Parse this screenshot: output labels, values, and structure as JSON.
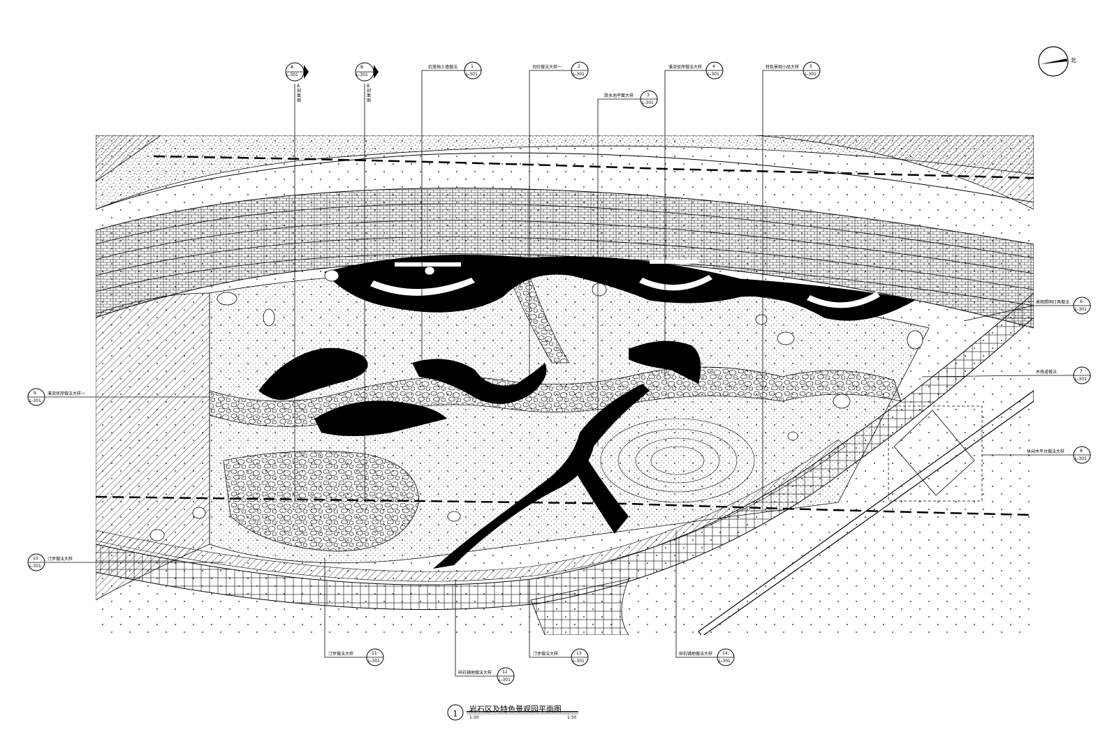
{
  "drawing": {
    "title": "岩石区及特色景观园平面图",
    "title_number": "1",
    "subtitle": "1:50",
    "scale": "1:50",
    "north_label": "北"
  },
  "section_markers": [
    {
      "id": "A",
      "num": "A",
      "sheet": "L-301",
      "vertical_label": "A剖面图"
    },
    {
      "id": "B",
      "num": "B",
      "sheet": "L-301",
      "vertical_label": "B剖面图"
    }
  ],
  "callouts_top": [
    {
      "text": "石笼挡土墙做法",
      "num": "1",
      "sheet": "L-301"
    },
    {
      "text": "台阶做法大样一",
      "num": "2",
      "sheet": "L-301"
    },
    {
      "text": "跌水池平面大样",
      "num": "3",
      "sheet": "L-301"
    },
    {
      "text": "溪流驳岸做法大样",
      "num": "4",
      "sheet": "L-301"
    },
    {
      "text": "特色景观小品大样",
      "num": "5",
      "sheet": "L-301"
    }
  ],
  "callouts_right": [
    {
      "text": "景观照明灯具做法",
      "num": "6",
      "sheet": "L-301"
    },
    {
      "text": "木栈道做法",
      "num": "7",
      "sheet": "L-301"
    },
    {
      "text": "休闲木平台做法大样",
      "num": "8",
      "sheet": "L-301"
    }
  ],
  "callouts_left": [
    {
      "text": "溪流驳岸做法大样一",
      "num": "9",
      "sheet": "L-301"
    },
    {
      "text": "汀步做法大样",
      "num": "10",
      "sheet": "L-301"
    }
  ],
  "callouts_bottom": [
    {
      "text": "汀步做法大样",
      "num": "11",
      "sheet": "L-301"
    },
    {
      "text": "碎石铺地做法大样",
      "num": "12",
      "sheet": "L-301"
    },
    {
      "text": "汀步做法大样",
      "num": "13",
      "sheet": "L-301"
    },
    {
      "text": "卵石铺地做法大样",
      "num": "14",
      "sheet": "L-301"
    }
  ]
}
